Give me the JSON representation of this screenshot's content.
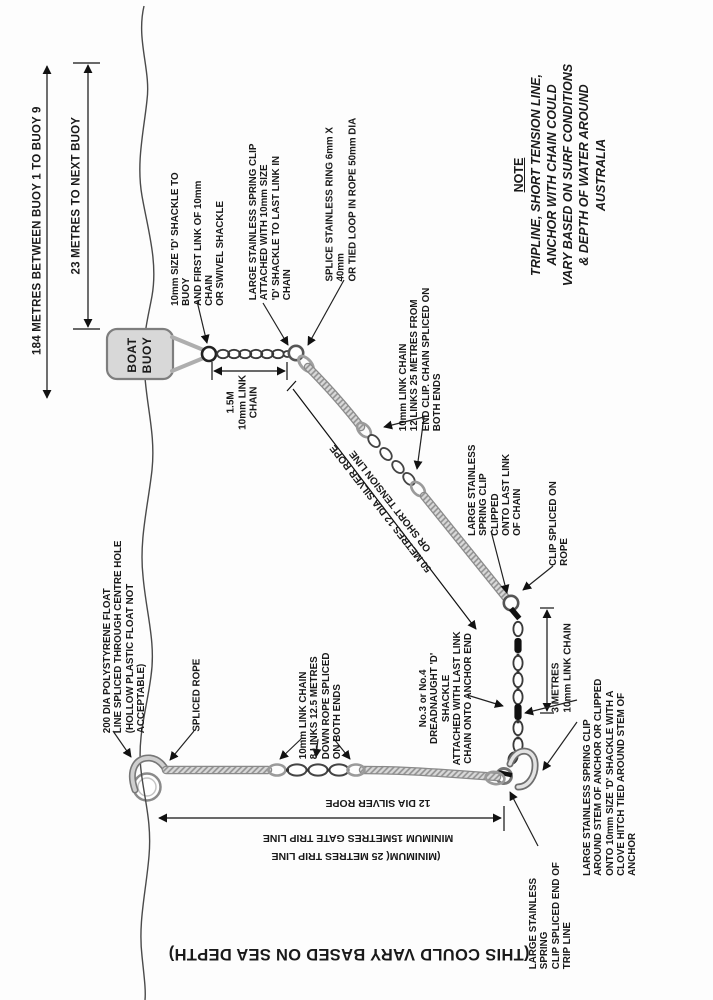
{
  "dimensions": {
    "buoy_spacing": "184 METRES BETWEEN BUOY 1 TO BUOY 9",
    "next_buoy": "23 METRES TO NEXT BUOY",
    "chain_15m": "1.5M\n10mm LINK\nCHAIN",
    "tension_line": "50 METRES 12 DIA SILVER ROPE\nOR SHORT TENSION LINE",
    "chain_3m": "3 METRES\n10mm LINK CHAIN",
    "trip_rope": "12 DIA SILVER ROPE",
    "trip_gate": "MINIMUM 15METRES GATE TRIP LINE",
    "trip_min": "(MINIMUM( 25 METRES TRIP LINE"
  },
  "buoy": {
    "label": "BOAT\nBUOY"
  },
  "annotations": {
    "shackle_buoy": "10mm SIZE 'D' SHACKLE TO BUOY\nAND FIRST LINK OF 10mm CHAIN\nOR SWIVEL SHACKLE",
    "clip_chain": "LARGE STAINLESS SPRING CLIP\nATTACHED WITH 10mm SIZE\n'D' SHACKLE TO LAST LINK IN CHAIN",
    "splice_ring": "SPLICE STAINLESS RING 6mm X 40mm\nOR TIED LOOP IN ROPE 50mm DIA",
    "mid_chain": "10mm LINK CHAIN\n12 LINKS 25 METRES FROM\nEND CLIP. CHAIN SPLICED ON\nBOTH ENDS",
    "clip_last_link": "LARGE STAINLESS\nSPRING CLIP CLIPPED\nONTO LAST LINK\nOF CHAIN",
    "clip_spliced_rope": "CLIP SPLICED ON ROPE",
    "dreadnaught": "No.3 or No.4\nDREADNAUGHT 'D' SHACKLE\nATTACHED WITH LAST LINK\nCHAIN ONTO ANCHOR END",
    "float": "200 DIA POLYSTYRENE FLOAT\nLINE SPLICED THROUGH CENTRE HOLE\n(HOLLOW PLASTIC FLOAT NOT ACCEPTABLE)",
    "spliced_rope": "SPLICED ROPE",
    "trip_chain": "10mm LINK CHAIN\n8 LINKS 12.5 METRES\nDOWN ROPE SPLICED\nON BOTH ENDS",
    "anchor_clip": "LARGE STAINLESS SPRING CLIP\nAROUND STEM OF ANCHOR OR CLIPPED\nONTO 10mm SIZE 'D' SHACKLE WITH A\nCLOVE HITCH TIED AROUND STEM OF ANCHOR",
    "trip_end_clip": "LARGE STAINLESS SPRING\nCLIP SPLICED END OF\nTRIP LINE"
  },
  "note": {
    "heading": "NOTE",
    "body": "TRIPLINE, SHORT TENSION LINE,\nANCHOR WITH CHAIN COULD\nVARY BASED ON SURF CONDITIONS\n& DEPTH OF WATER AROUND AUSTRALIA"
  },
  "footer": {
    "depth_note": "(THIS COULD VARY BASED ON SEA DEPTH)"
  },
  "colors": {
    "ink": "#1a1a1a",
    "rope_fill": "#d9d9d9",
    "rope_edge": "#8a8a8a",
    "buoy_fill": "#d8d8d8"
  }
}
